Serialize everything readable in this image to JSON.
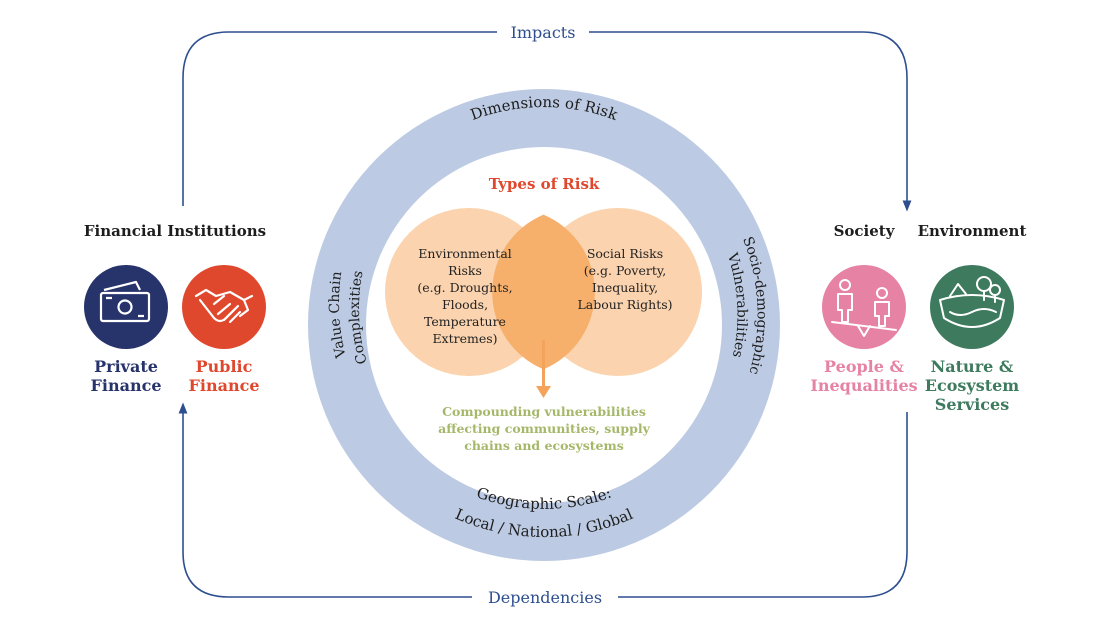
{
  "flow": {
    "impacts": "Impacts",
    "dependencies": "Dependencies"
  },
  "left": {
    "heading": "Financial Institutions",
    "private": {
      "line1": "Private",
      "line2": "Finance",
      "icon": "banknote-icon"
    },
    "public": {
      "line1": "Public",
      "line2": "Finance",
      "icon": "handshake-icon"
    }
  },
  "right": {
    "society_heading": "Society",
    "environment_heading": "Environment",
    "people": {
      "line1": "People &",
      "line2": "Inequalities",
      "icon": "people-seesaw-icon"
    },
    "nature": {
      "line1": "Nature &",
      "line2": "Ecosystem",
      "line3": "Services",
      "icon": "landscape-icon"
    }
  },
  "ring": {
    "top": "Dimensions of Risk",
    "left_line1": "Value Chain",
    "left_line2": "Complexities",
    "right_line1": "Socio-demographic",
    "right_line2": "Vulnerabilities",
    "bottom_line1": "Geographic Scale:",
    "bottom_line2": "Local / National / Global"
  },
  "inner": {
    "title": "Types of Risk",
    "env": [
      "Environmental",
      "Risks",
      "(e.g. Droughts,",
      "Floods,",
      "Temperature",
      "Extremes)"
    ],
    "social": [
      "Social Risks",
      "(e.g. Poverty,",
      "Inequality,",
      "Labour Rights)"
    ],
    "compound": [
      "Compounding vulnerabilities",
      "affecting communities, supply",
      "chains and ecosystems"
    ]
  },
  "colors": {
    "arrow_blue": "#2e4f8f",
    "ring_fill": "#bccbe3",
    "types_red": "#e0482e",
    "circle_fill": "#fbd3ae",
    "overlap_fill": "#f6b06c",
    "arrow_orange": "#f4a35a",
    "compound_green": "#a5b86a",
    "private_navy": "#27336b",
    "public_red": "#e0482e",
    "people_pink": "#e682a3",
    "nature_green": "#3e7a5e"
  }
}
